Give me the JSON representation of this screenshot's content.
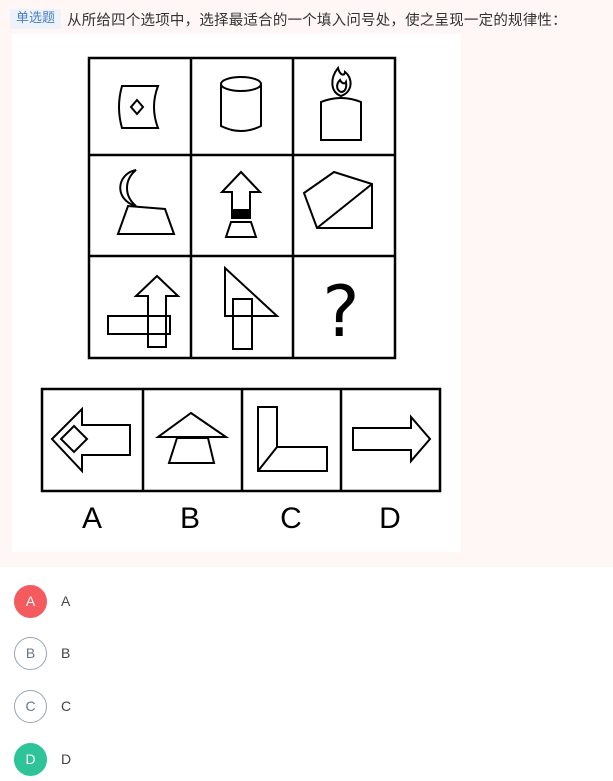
{
  "question": {
    "type_tag": "单选题",
    "text": "从所给四个选项中，选择最适合的一个填入问号处，使之呈现一定的规律性："
  },
  "figure": {
    "question_mark": "?",
    "answer_letters": [
      "A",
      "B",
      "C",
      "D"
    ]
  },
  "options": [
    {
      "letter": "A",
      "label": "A",
      "state": "wrong"
    },
    {
      "letter": "B",
      "label": "B",
      "state": "normal"
    },
    {
      "letter": "C",
      "label": "C",
      "state": "normal"
    },
    {
      "letter": "D",
      "label": "D",
      "state": "correct"
    }
  ],
  "colors": {
    "wrong": "#f35b5f",
    "correct": "#2fc39a",
    "tag_bg": "#eef3fb",
    "tag_text": "#4a7fc1",
    "area_bg": "#fff6f6"
  }
}
